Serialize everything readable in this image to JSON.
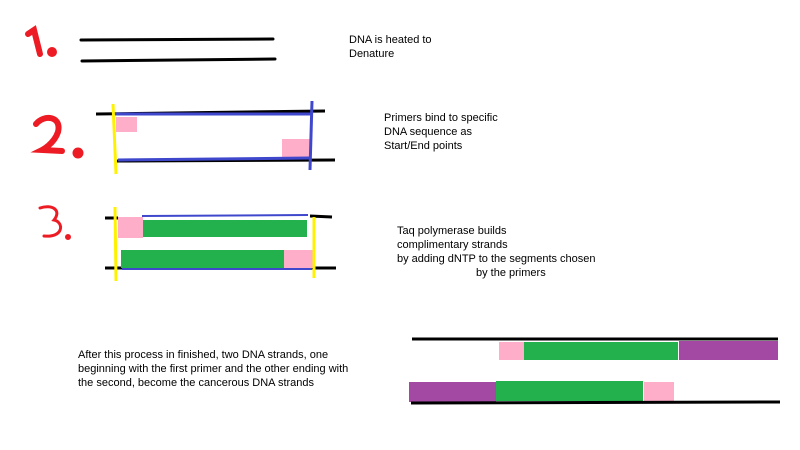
{
  "steps": [
    {
      "number": "1.",
      "caption_lines": [
        "DNA is heated to",
        "Denature"
      ]
    },
    {
      "number": "2.",
      "caption_lines": [
        "Primers bind to specific",
        "DNA sequence as",
        "Start/End points"
      ]
    },
    {
      "number": "3.",
      "caption_lines": [
        "Taq polymerase builds",
        "complimentary strands",
        "by adding dNTP to the segments chosen",
        "by the primers"
      ]
    }
  ],
  "conclusion": {
    "lines": [
      "After this process in finished, two DNA strands, one",
      "beginning with the first primer and the other ending with",
      "the second, become the cancerous DNA strands"
    ]
  },
  "colors": {
    "number": "#ed1c24",
    "strand": "#000000",
    "primer_target": "#3f48cc",
    "boundary": "#fff200",
    "primer": "#ffaec9",
    "dntp_strand": "#22b14c",
    "extra": "#a349a4"
  }
}
